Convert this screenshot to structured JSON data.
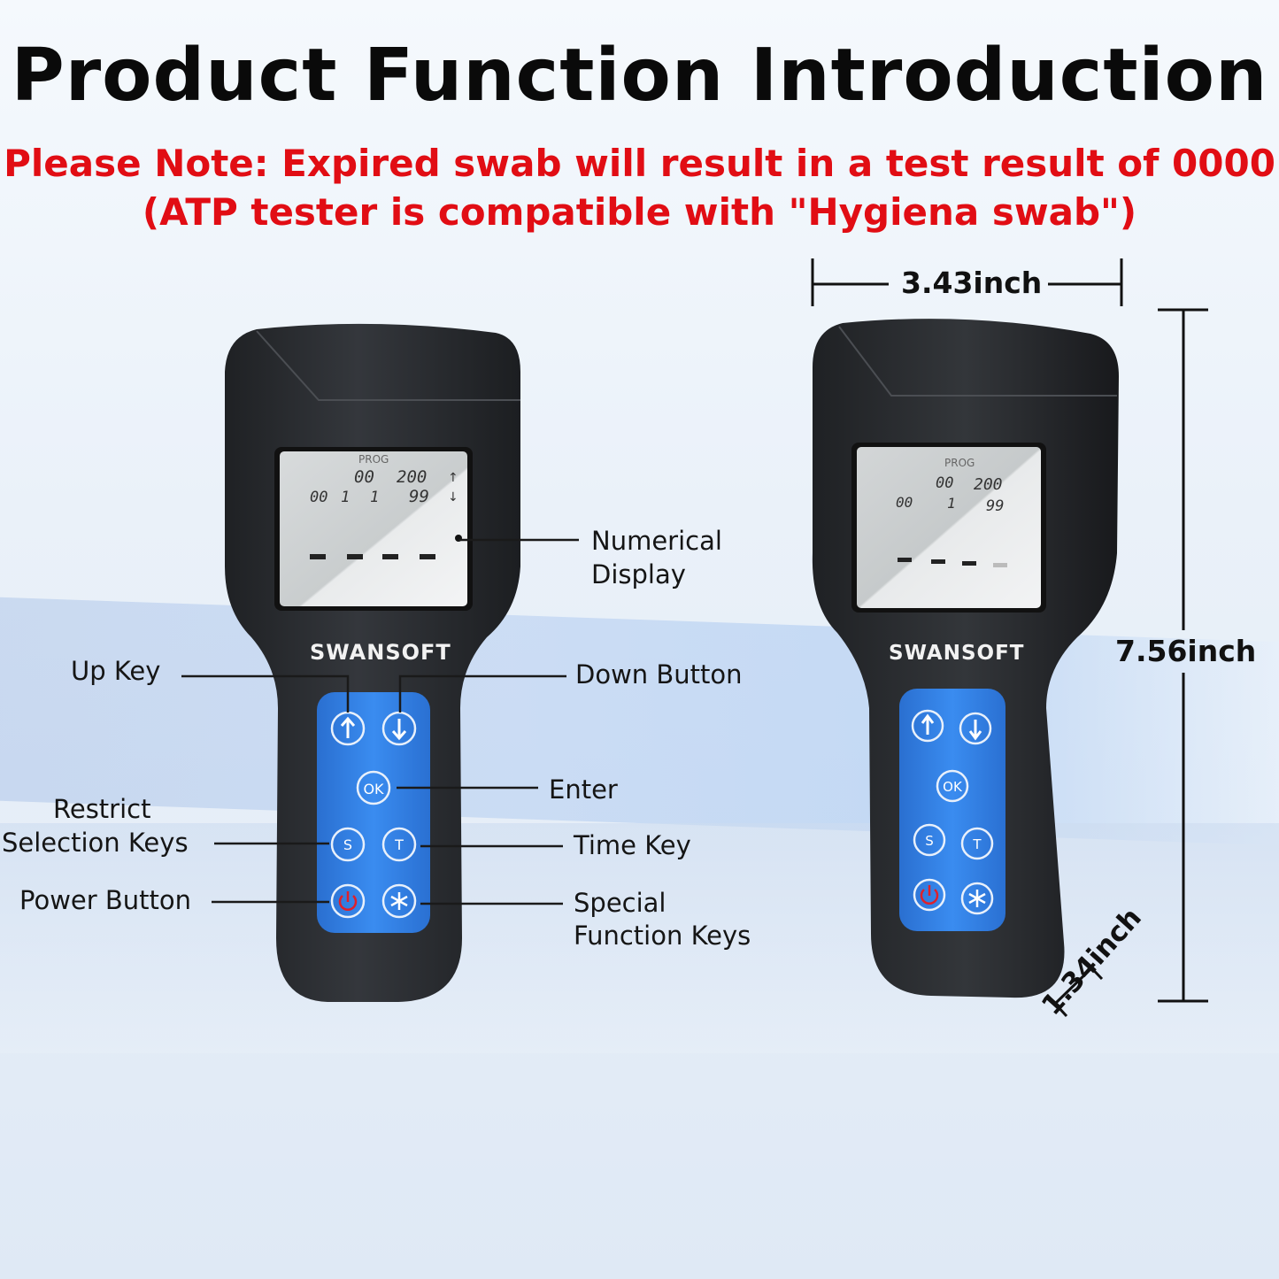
{
  "title": "Product Function Introduction",
  "note_line1": "Please Note: Expired swab will result in a test result of 0000",
  "note_line2": "(ATP tester is compatible with \"Hygiena swab\")",
  "brand": "SWANSOFT",
  "display": {
    "prog": "PROG",
    "row1_a": "00",
    "row1_b": "200",
    "row2_a": "00",
    "row2_b": "1",
    "row2_c": "1",
    "row2_d": "99"
  },
  "keys": {
    "ok": "OK",
    "s": "S",
    "t": "T"
  },
  "labels": {
    "numerical_display_1": "Numerical",
    "numerical_display_2": "Display",
    "up_key": "Up Key",
    "down_button": "Down Button",
    "enter": "Enter",
    "restrict_1": "Restrict",
    "restrict_2": "Selection Keys",
    "time_key": "Time Key",
    "power_button": "Power Button",
    "special_1": "Special",
    "special_2": "Function Keys"
  },
  "dimensions": {
    "width": "3.43inch",
    "height": "7.56inch",
    "depth": "1.34inch"
  },
  "colors": {
    "note": "#e10d14",
    "keypad": "#2f7fe0",
    "body": "#2a2c30",
    "power_icon": "#e0202a"
  }
}
